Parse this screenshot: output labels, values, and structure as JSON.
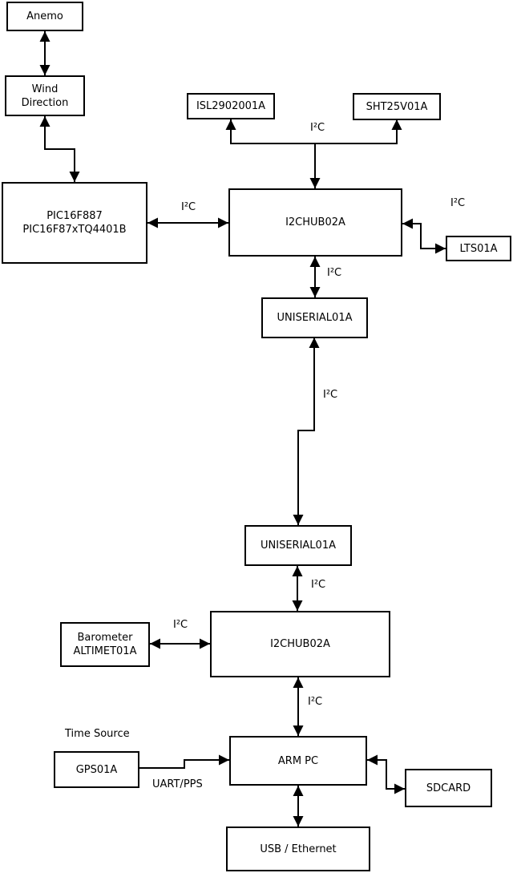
{
  "diagram": {
    "type": "block-diagram",
    "background": "#ffffff",
    "colors": {
      "line": "#000000",
      "box_border": "#000000",
      "box_fill": "#ffffff",
      "text": "#000000"
    },
    "nodes": {
      "anemo": {
        "label": "Anemo"
      },
      "wind_direction": {
        "lines": [
          "Wind",
          "Direction"
        ]
      },
      "pic": {
        "lines": [
          "PIC16F887",
          "PIC16F87xTQ4401B"
        ]
      },
      "isl": {
        "label": "ISL2902001A"
      },
      "sht": {
        "label": "SHT25V01A"
      },
      "hub1": {
        "label": "I2CHUB02A"
      },
      "lts": {
        "label": "LTS01A"
      },
      "uniserial1": {
        "label": "UNISERIAL01A"
      },
      "uniserial2": {
        "label": "UNISERIAL01A"
      },
      "hub2": {
        "label": "I2CHUB02A"
      },
      "barometer": {
        "lines": [
          "Barometer",
          "ALTIMET01A"
        ]
      },
      "arm_pc": {
        "label": "ARM PC"
      },
      "gps": {
        "label": "GPS01A"
      },
      "sdcard": {
        "label": "SDCARD"
      },
      "usb": {
        "label": "USB / Ethernet"
      }
    },
    "labels": {
      "bus_top": "I²C",
      "bus_pic_hub1": "I²C",
      "bus_hub1_lts": "I²C",
      "bus_hub1_uniserial1": "I²C",
      "bus_uniserial_link": "I²C",
      "bus_uniserial2_hub2": "I²C",
      "bus_barometer_hub2": "I²C",
      "bus_hub2_armpc": "I²C",
      "time_source": "Time Source",
      "uart_pps": "UART/PPS"
    },
    "edges": [
      {
        "from": "anemo",
        "to": "wind_direction",
        "bidirectional": true,
        "label": ""
      },
      {
        "from": "wind_direction",
        "to": "pic",
        "bidirectional": true,
        "label": ""
      },
      {
        "from": "pic",
        "to": "hub1",
        "bidirectional": true,
        "label": "I²C"
      },
      {
        "from": "hub1",
        "to": "isl",
        "bidirectional": false,
        "label": "I²C"
      },
      {
        "from": "hub1",
        "to": "sht",
        "bidirectional": false,
        "label": "I²C"
      },
      {
        "from": "hub1",
        "to": "lts",
        "bidirectional": true,
        "label": "I²C"
      },
      {
        "from": "hub1",
        "to": "uniserial1",
        "bidirectional": true,
        "label": "I²C"
      },
      {
        "from": "uniserial1",
        "to": "uniserial2",
        "bidirectional": true,
        "label": "I²C"
      },
      {
        "from": "uniserial2",
        "to": "hub2",
        "bidirectional": true,
        "label": "I²C"
      },
      {
        "from": "barometer",
        "to": "hub2",
        "bidirectional": true,
        "label": "I²C"
      },
      {
        "from": "hub2",
        "to": "arm_pc",
        "bidirectional": true,
        "label": "I²C"
      },
      {
        "from": "gps",
        "to": "arm_pc",
        "bidirectional": false,
        "label": "UART/PPS"
      },
      {
        "from": "arm_pc",
        "to": "sdcard",
        "bidirectional": true,
        "label": ""
      },
      {
        "from": "arm_pc",
        "to": "usb",
        "bidirectional": true,
        "label": ""
      }
    ]
  }
}
